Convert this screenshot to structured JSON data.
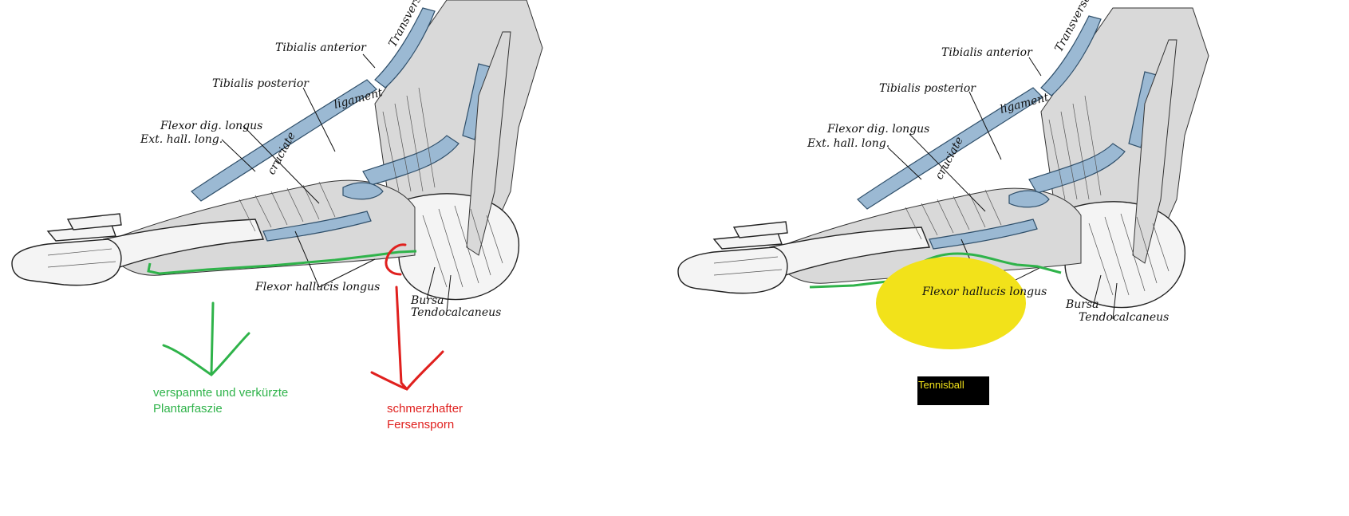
{
  "left_panel": {
    "labels": {
      "tibialis_anterior": "Tibialis anterior",
      "transverse_ligament": "Transverse ligament",
      "tibialis_posterior": "Tibialis posterior",
      "cruciate": "cruciate",
      "ligament": "ligament",
      "flexor_dig_longus": "Flexor dig. longus",
      "ext_hall_long": "Ext. hall. long.",
      "flexor_hallucis_longus": "Flexor hallucis longus",
      "bursa": "Bursa",
      "tendocalcaneus": "Tendocalcaneus"
    },
    "annotations": {
      "plantar_line1": "verspannte und verkürzte",
      "plantar_line2": "Plantarfaszie",
      "spur_line1": "schmerzhafter",
      "spur_line2": "Fersensporn"
    }
  },
  "right_panel": {
    "labels": {
      "tibialis_anterior": "Tibialis anterior",
      "transverse_ligament": "Transverse ligament",
      "tibialis_posterior": "Tibialis posterior",
      "cruciate": "cruciate",
      "ligament": "ligament",
      "flexor_dig_longus": "Flexor dig. longus",
      "ext_hall_long": "Ext. hall. long.",
      "flexor_hallucis_longus": "Flexor hallucis longus",
      "bursa": "Bursa",
      "tendocalcaneus": "Tendocalcaneus"
    },
    "tennisball_label": "Tennisball"
  },
  "colors": {
    "fascia_green": "#2fb34a",
    "spur_red": "#e0201e",
    "ball_yellow": "#f2e21a",
    "label_box_bg": "#000000",
    "label_box_text": "#f2e21a",
    "tendon_blue": "#9bb9d3"
  }
}
